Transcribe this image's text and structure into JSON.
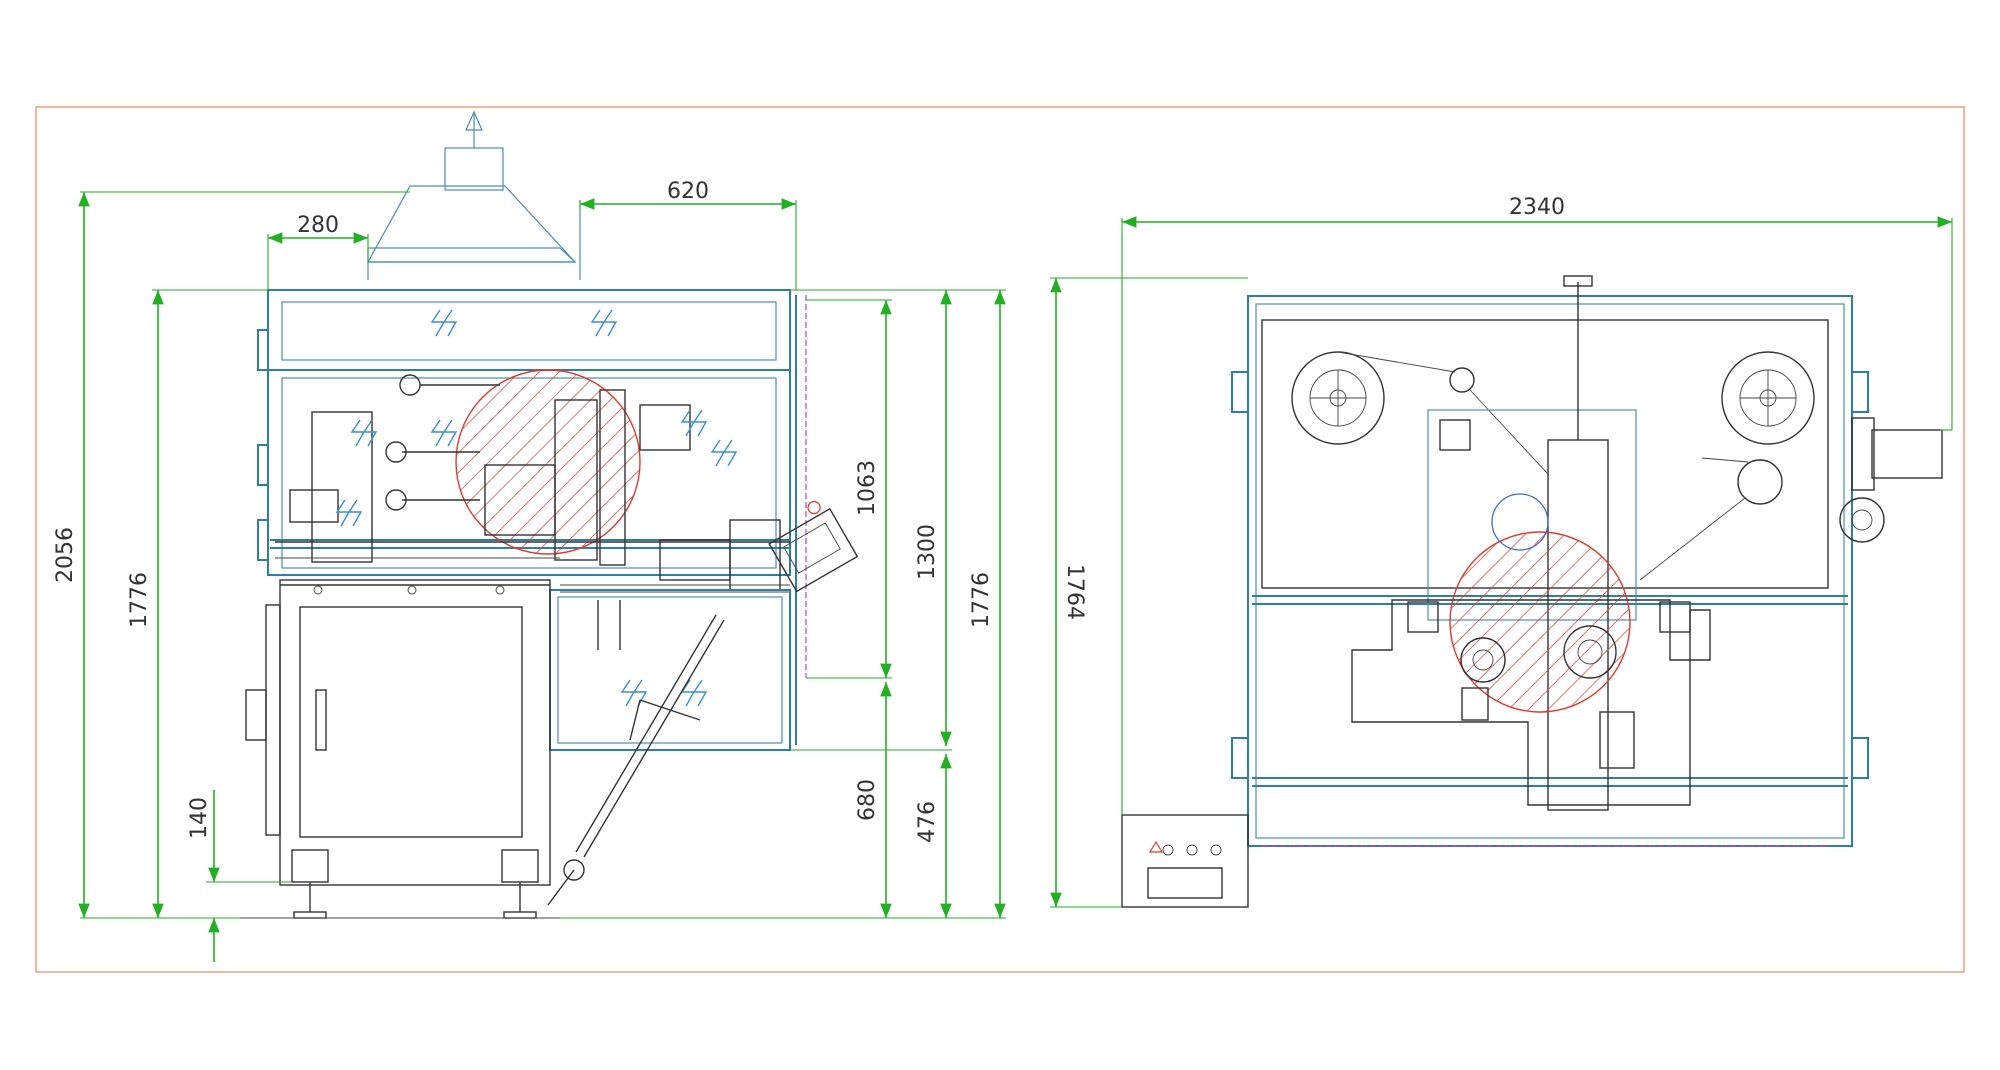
{
  "drawing": {
    "border_color": "#f0a27a",
    "colors": {
      "dimension": "#22b022",
      "frame": "#2d7fa8",
      "mechanism": "#333333",
      "hatch": "#e03a2e",
      "glass": "#3b8fd6",
      "guard_line": "#c040c0"
    }
  },
  "side_view": {
    "dimensions": {
      "top_width_620": "620",
      "hood_offset_280": "280",
      "overall_height_2056": "2056",
      "frame_height_left_1776": "1776",
      "frame_height_right_1776": "1776",
      "guard_height_1063": "1063",
      "upper_height_1300": "1300",
      "lower_height_680": "680",
      "base_height_476": "476",
      "foot_height_140": "140"
    }
  },
  "top_view": {
    "dimensions": {
      "overall_width_2340": "2340",
      "overall_depth_1764": "1764"
    }
  }
}
